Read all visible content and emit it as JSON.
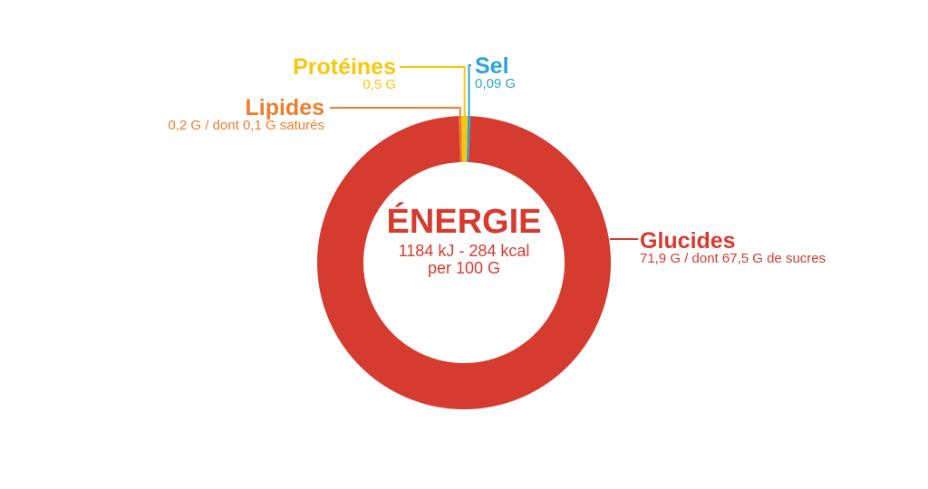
{
  "chart_data": {
    "type": "pie",
    "donut": true,
    "title": "ÉNERGIE",
    "center_lines": [
      "1184 kJ - 284 kcal",
      "per 100 G"
    ],
    "categories": [
      "Glucides",
      "Lipides",
      "Protéines",
      "Sel"
    ],
    "values": [
      71.9,
      0.2,
      0.5,
      0.09
    ],
    "unit": "G",
    "details": [
      "71,9 G / dont 67,5 G de sucres",
      "0,2 G / dont 0,1 G saturés",
      "0,5 G",
      "0,09 G"
    ],
    "colors": [
      "#d63b2f",
      "#ee7e2c",
      "#f8c70d",
      "#2ba4d8"
    ],
    "legend": "none"
  }
}
